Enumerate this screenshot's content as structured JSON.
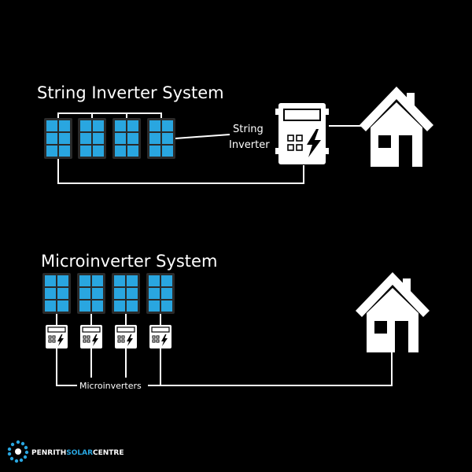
{
  "string_system": {
    "title": "String Inverter System",
    "inverter_label_line1": "String",
    "inverter_label_line2": "Inverter"
  },
  "micro_system": {
    "title": "Microinverter System",
    "microinverters_label": "Microinverters"
  },
  "logo": {
    "part1": "PENRITH",
    "part2": "SOLAR",
    "part3": "CENTRE"
  },
  "colors": {
    "background": "#000000",
    "line": "#ffffff",
    "panel_cell": "#29a6e0",
    "panel_frame": "#2a2a2a",
    "logo_accent": "#29a6e0"
  },
  "icons": [
    "solar-panel-icon",
    "inverter-icon",
    "microinverter-icon",
    "house-icon",
    "lightning-bolt-icon"
  ]
}
